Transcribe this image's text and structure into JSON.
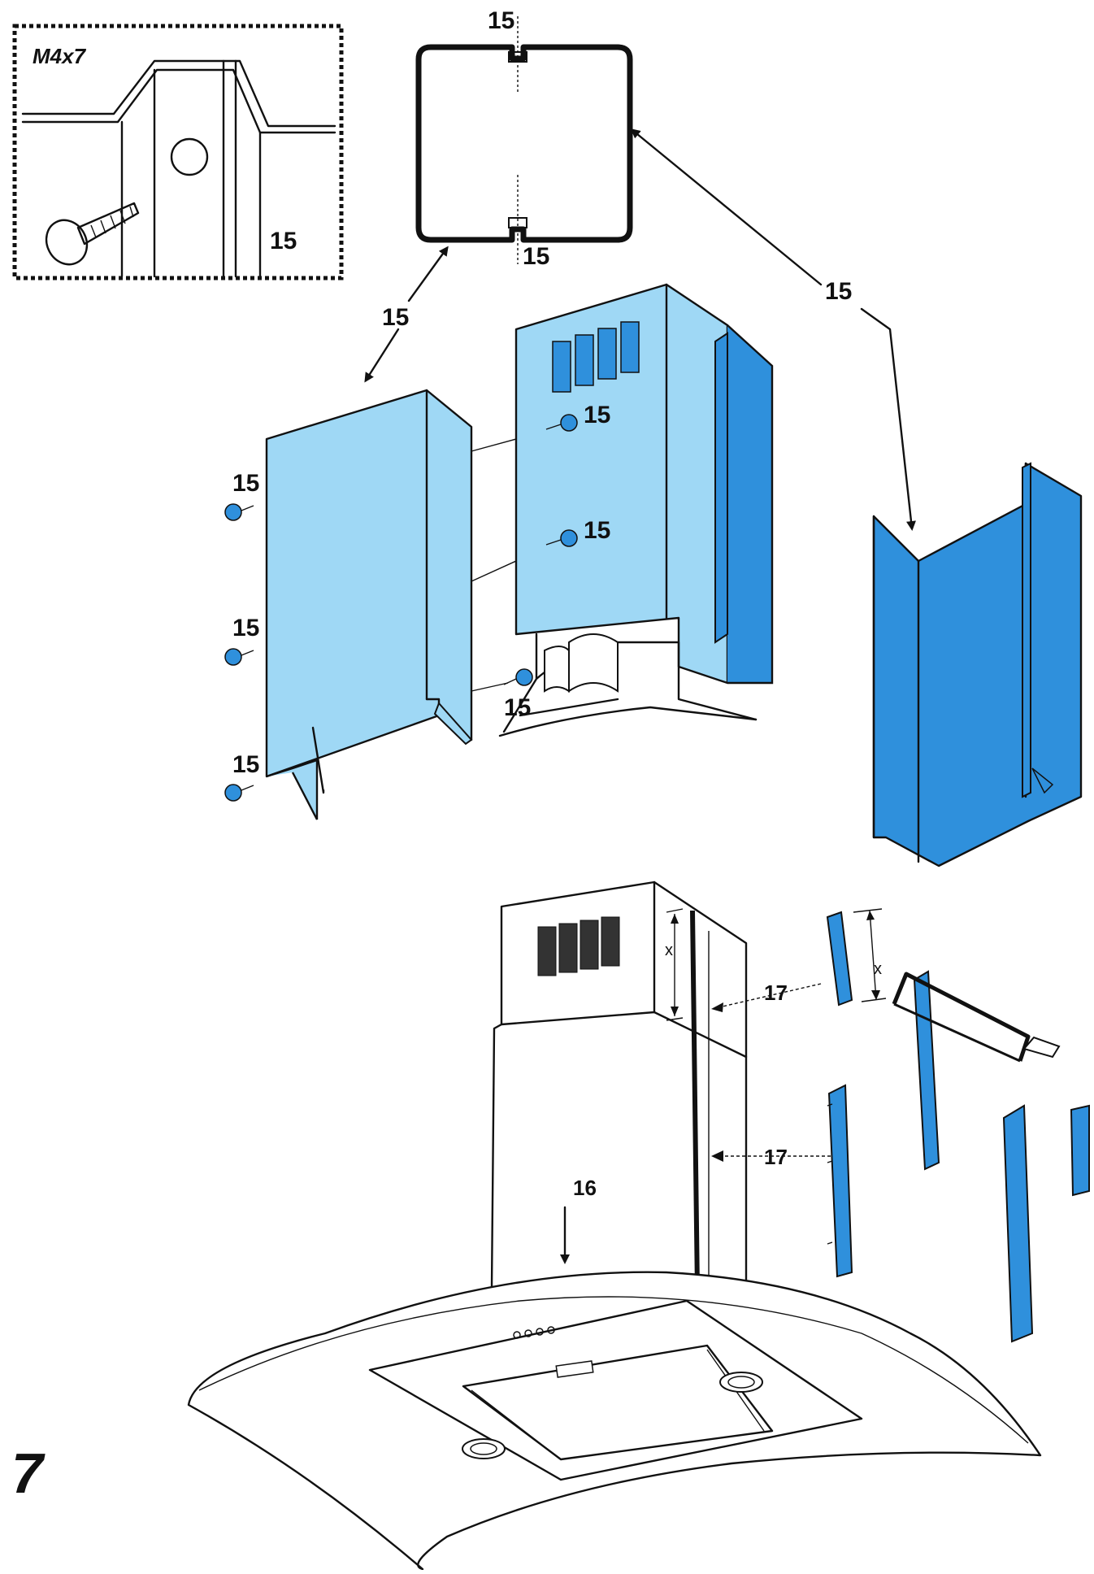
{
  "labels": {
    "inset_screw_size": "M4x7",
    "inset_part": "15",
    "profile_top": "15",
    "profile_bottom": "15",
    "arrow_left": "15",
    "arrow_right": "15",
    "screw_upper_top": "15",
    "screw_upper_mid": "15",
    "screw_upper_bottom": "15",
    "screw_lower_top": "15",
    "screw_lower_mid": "15",
    "screw_lower_bottom": "15",
    "strip_upper": "17",
    "strip_lower": "17",
    "chimney_part": "16",
    "dimension_chimney": "x",
    "dimension_strip": "x",
    "figure_number": "7"
  },
  "colors": {
    "panel_light": "#9fd8f5",
    "panel_dark": "#2f90dc",
    "line": "#111111"
  }
}
